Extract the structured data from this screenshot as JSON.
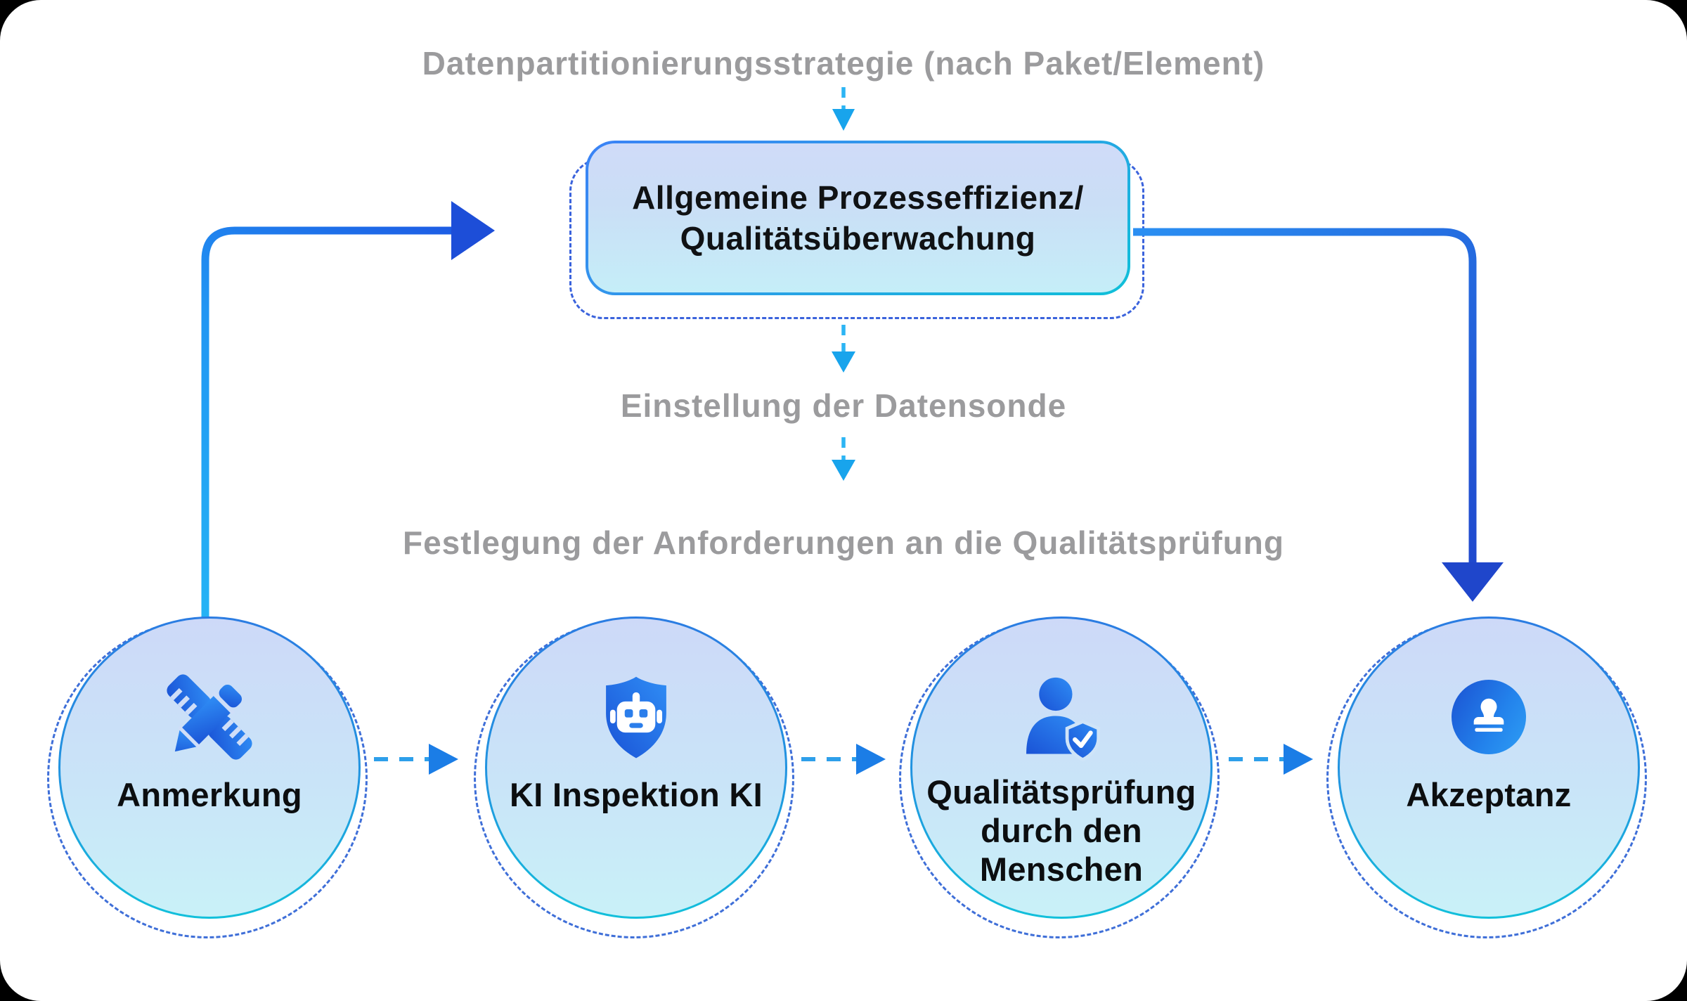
{
  "diagram": {
    "top_label": "Datenpartitionierungsstrategie (nach Paket/Element)",
    "process_box": {
      "text": "Allgemeine Prozesseffizienz/\nQualitätsüberwachung"
    },
    "mid_label_1": "Einstellung der Datensonde",
    "mid_label_2": "Festlegung der Anforderungen an die Qualitätsprüfung",
    "nodes": [
      {
        "label": "Anmerkung",
        "icon": "pen-ruler-icon"
      },
      {
        "label": "KI Inspektion KI",
        "icon": "shield-robot-icon"
      },
      {
        "label": "Qualitätsprüfung\ndurch den\nMenschen",
        "icon": "person-shield-check-icon"
      },
      {
        "label": "Akzeptanz",
        "icon": "stamp-icon"
      }
    ],
    "colors": {
      "label_gray": "#9b9b9d",
      "text_black": "#0c0e10",
      "node_fill_top": "#cdd9f8",
      "node_fill_bottom": "#c9f1f8",
      "node_border_top": "#2b7ce2",
      "node_border_bottom": "#12c0db",
      "dashed_outline_blue": "#3b63dc",
      "arrow_cyan": "#25b3f5",
      "arrow_deep_blue": "#1d4ed8",
      "dashed_arrow_blue": "#2aa4ef",
      "icon_blue_dark": "#1a53d6",
      "icon_blue_light": "#2f8df5"
    }
  }
}
